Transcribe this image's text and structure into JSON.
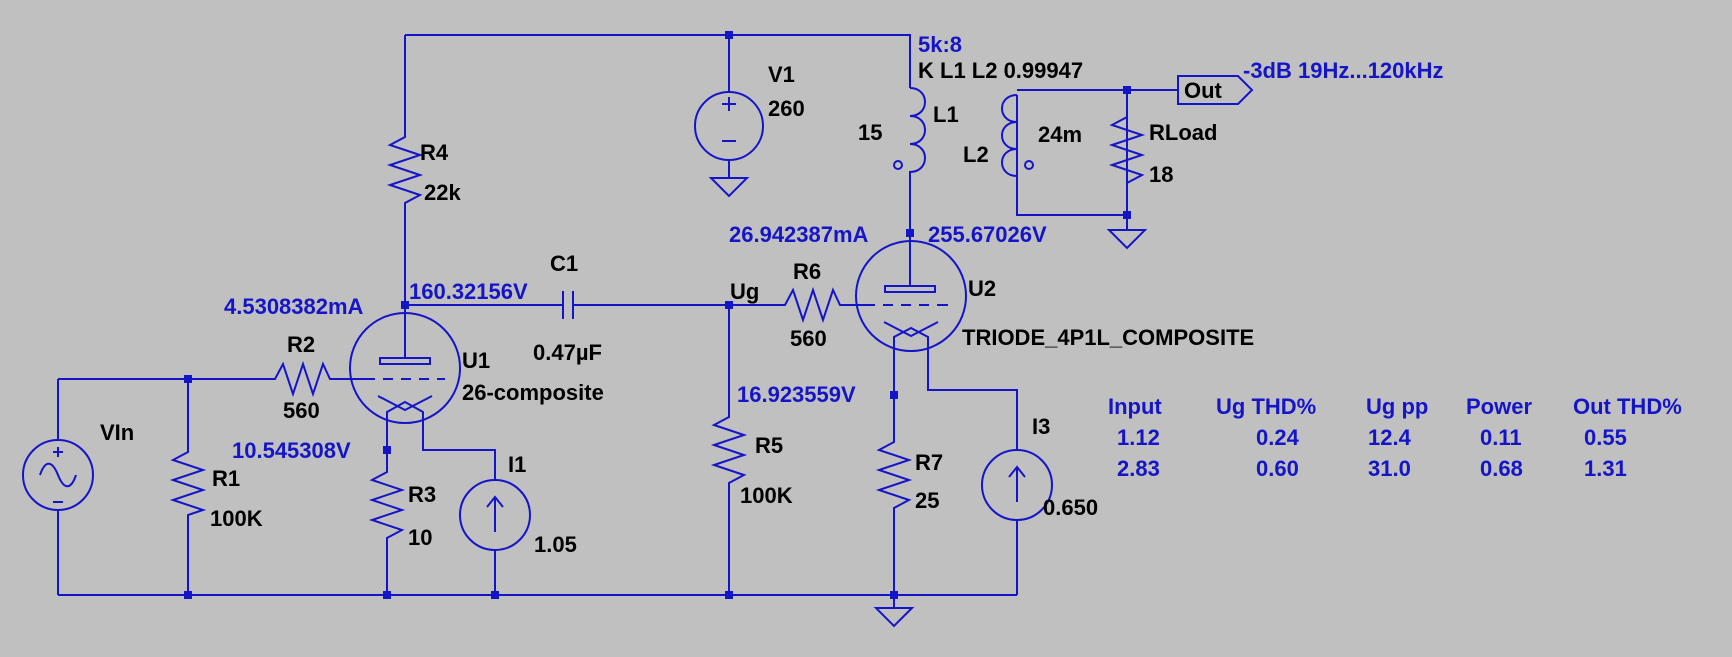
{
  "components": {
    "vin": {
      "name": "VIn"
    },
    "r1": {
      "name": "R1",
      "value": "100K"
    },
    "r2": {
      "name": "R2",
      "value": "560"
    },
    "r3": {
      "name": "R3",
      "value": "10"
    },
    "r4": {
      "name": "R4",
      "value": "22k"
    },
    "r5": {
      "name": "R5",
      "value": "100K"
    },
    "r6": {
      "name": "R6",
      "value": "560"
    },
    "r7": {
      "name": "R7",
      "value": "25"
    },
    "rload": {
      "name": "RLoad",
      "value": "18"
    },
    "c1": {
      "name": "C1",
      "value": "0.47µF"
    },
    "v1": {
      "name": "V1",
      "value": "260"
    },
    "l1": {
      "name": "L1",
      "value": "15"
    },
    "l2": {
      "name": "L2",
      "value": "24m"
    },
    "u1": {
      "name": "U1",
      "model": "26-composite"
    },
    "u2": {
      "name": "U2",
      "model": "TRIODE_4P1L_COMPOSITE"
    },
    "i1": {
      "name": "I1",
      "value": "1.05"
    },
    "i3": {
      "name": "I3",
      "value": "0.650"
    }
  },
  "directives": {
    "ratio": "5k:8",
    "coupling": "K L1 L2 0.99947",
    "bandwidth": "-3dB  19Hz...120kHz"
  },
  "labels": {
    "out_port": "Out",
    "ug_net": "Ug"
  },
  "annotations": {
    "u1_current": "4.5308382mA",
    "u1_plate_v": "160.32156V",
    "u1_cathode_v": "10.545308V",
    "u2_current": "26.942387mA",
    "u2_plate_v": "255.67026V",
    "u2_cathode_v": "16.923559V"
  },
  "table": {
    "headers": [
      "Input",
      "Ug THD%",
      "Ug pp",
      "Power",
      "Out THD%"
    ],
    "rows": [
      [
        "1.12",
        "0.24",
        "12.4",
        "0.11",
        "0.55"
      ],
      [
        "2.83",
        "0.60",
        "31.0",
        "0.68",
        "1.31"
      ]
    ]
  },
  "colors": {
    "background": "#c0c0c0",
    "wire": "#1515c8",
    "text": "#000000"
  }
}
